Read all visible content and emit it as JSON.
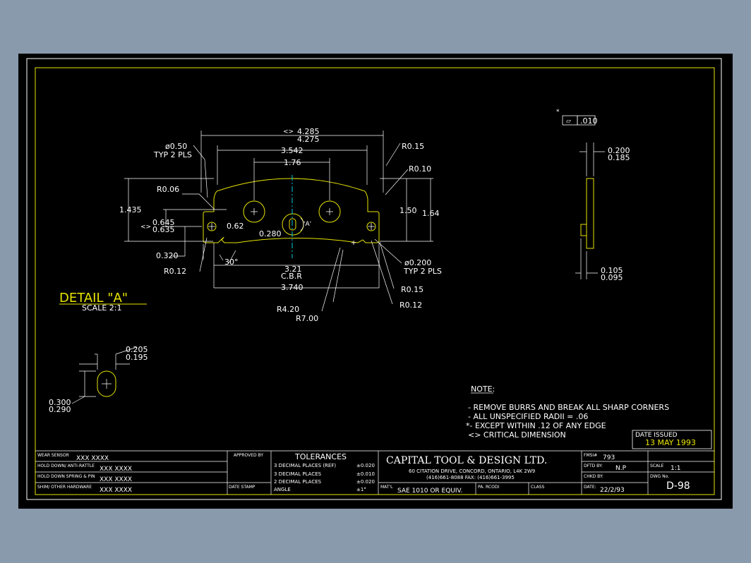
{
  "flatness_frame": {
    "symbol": "▱",
    "value": ".010",
    "star": "*"
  },
  "dimensions": {
    "width_285": "4.285",
    "width_275": "4.275",
    "width_3542": "3.542",
    "width_176": "1.76",
    "dia_050": "ø0.50",
    "typ_2pls": "TYP 2 PLS",
    "r015_top": "R0.15",
    "r010": "R0.10",
    "r006": "R0.06",
    "h1435": "1.435",
    "h645": "0.645",
    "h635": "0.635",
    "h062": "0.62",
    "h0280": "0.280",
    "h0320": "0.320",
    "r012_left": "R0.12",
    "a30": "30°",
    "w321": "3.21",
    "cbr": "C.B.R",
    "w3740": "3.740",
    "h150": "1.50",
    "h164": "1.64",
    "dia_0200": "ø0.200",
    "typ_2pls_b": "TYP 2 PLS",
    "r015_bot": "R0.15",
    "r012_bot": "R0.12",
    "r420": "R4.20",
    "r700": "R7.00",
    "label_a": "'A'",
    "t200": "0.200",
    "t185": "0.185",
    "t105": "0.105",
    "t095": "0.095"
  },
  "detail": {
    "title": "DETAIL  \"A\"",
    "scale": "SCALE 2:1",
    "w205": "0.205",
    "w195": "0.195",
    "h300": "0.300",
    "h290": "0.290"
  },
  "notes": {
    "heading": "NOTE:",
    "items": [
      "-  REMOVE BURRS AND BREAK ALL SHARP CORNERS",
      "-  ALL UNSPECIFIED RADII = .06",
      "*-  EXCEPT WITHIN .12 OF ANY EDGE",
      "<>  CRITICAL DIMENSION"
    ]
  },
  "date_issued": {
    "label": "DATE ISSUED",
    "value": "13 MAY 1993"
  },
  "title_block": {
    "rows": [
      {
        "label": "WEAR SENSOR",
        "value": "XXX XXXX"
      },
      {
        "label": "HOLD DOWN/ ANTI-RATTLE",
        "value": "XXX XXXX"
      },
      {
        "label": "HOLD DOWN SPRING & PIN",
        "value": "XXX XXXX"
      },
      {
        "label": "SHIM/ OTHER HARDWARE",
        "value": "XXX XXXX"
      }
    ],
    "approved_by": "APPROVED BY",
    "date_stamp": "DATE STAMP",
    "tolerances_title": "TOLERANCES",
    "tolerances": [
      {
        "label": "3 DECIMAL PLACES (REF)",
        "value": "±0.020"
      },
      {
        "label": "3 DECIMAL PLACES",
        "value": "±0.010"
      },
      {
        "label": "2 DECIMAL PLACES",
        "value": "±0.020"
      },
      {
        "label": "ANGLE",
        "value": "±1°"
      }
    ],
    "company": "CAPITAL TOOL & DESIGN LTD.",
    "address": "60 CITATION DRIVE, CONCORD, ONTARIO, L4K 2W9",
    "phone": "(416)661-8088   FAX: (416)661-3995",
    "matl_label": "MAT'L",
    "matl_value": "SAE 1010 OR EQUIV.",
    "pa_label": "PA. RCODI",
    "class_label": "CLASS",
    "fmsi_label": "FMSI#",
    "fmsi_value": "793",
    "dwn_label": "DFTD BY:",
    "dwn_value": "N.P",
    "scale_label": "SCALE",
    "scale_value": "1:1",
    "chkd_label": "CHKD BY:",
    "dwg_label": "DWG No.",
    "dwg_value": "D-98",
    "date_label": "DATE:",
    "date_value": "22/2/93"
  }
}
